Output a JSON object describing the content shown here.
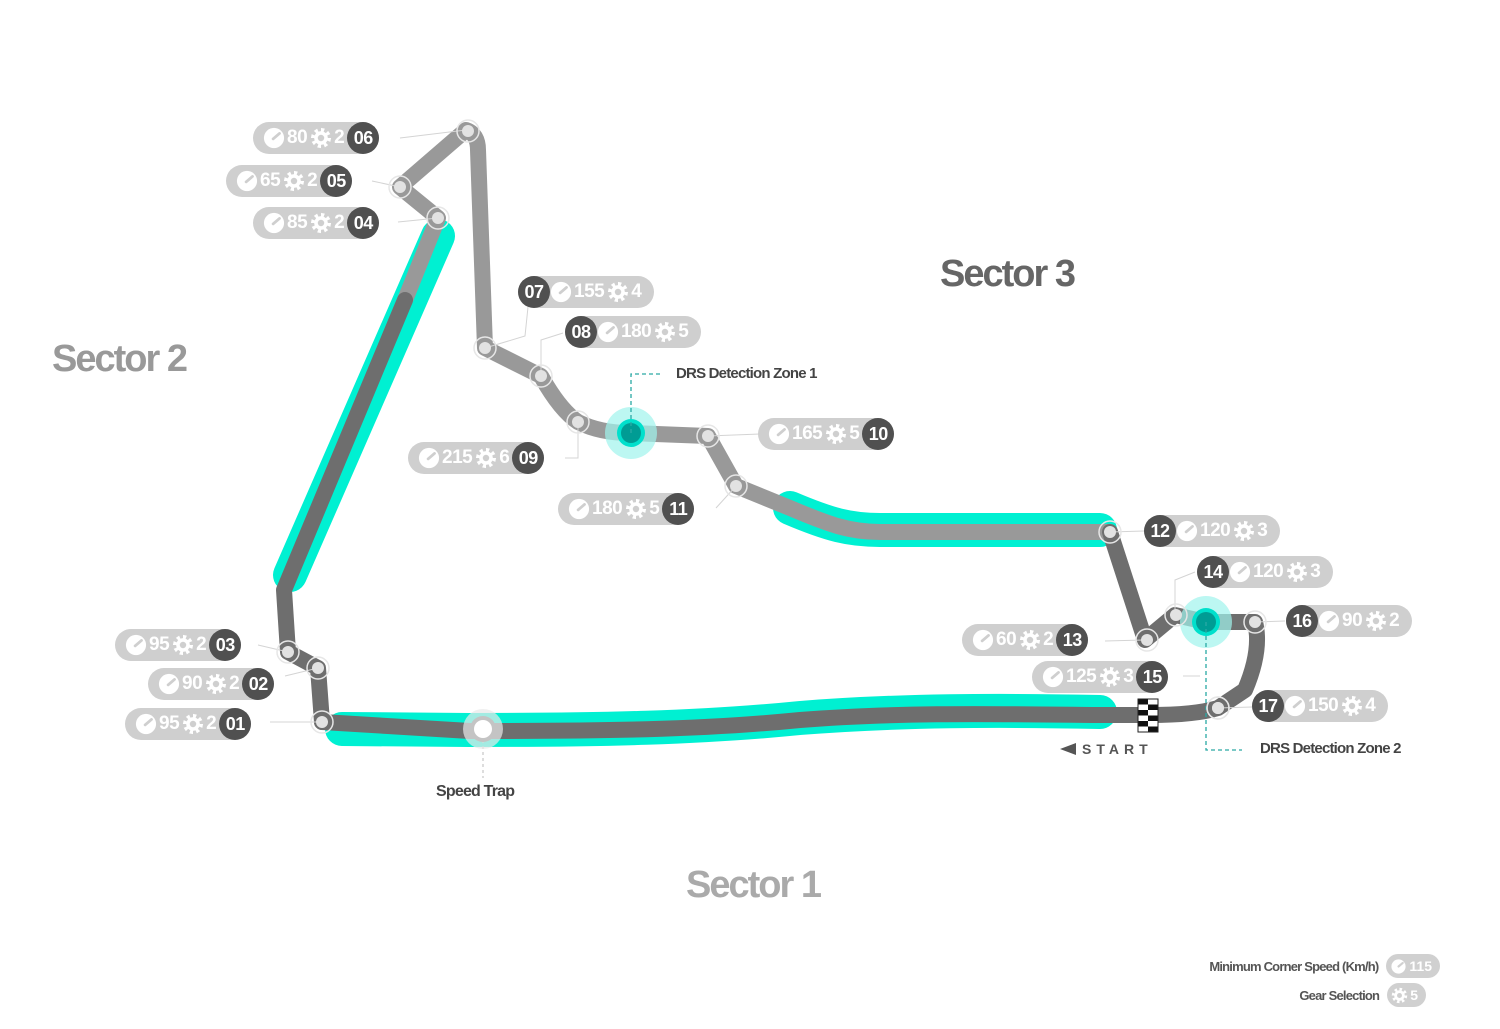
{
  "map": {
    "title": "Circuit Map",
    "colors": {
      "drs_zone": "#00f0d2",
      "sector1_track": "#6e6e6e",
      "sector2_track": "#999999",
      "sector3_track": "#6e6e6e",
      "corner_badge": "#505050",
      "pill": "#cfcfcf",
      "drs_point": "#009c94"
    },
    "sectors": [
      {
        "id": "sector-1",
        "label": "Sector 1",
        "color": "#aaaaaa"
      },
      {
        "id": "sector-2",
        "label": "Sector 2",
        "color": "#999999"
      },
      {
        "id": "sector-3",
        "label": "Sector 3",
        "color": "#666666"
      }
    ],
    "corners": [
      {
        "number": "01",
        "speed": "95",
        "gear": "2"
      },
      {
        "number": "02",
        "speed": "90",
        "gear": "2"
      },
      {
        "number": "03",
        "speed": "95",
        "gear": "2"
      },
      {
        "number": "04",
        "speed": "85",
        "gear": "2"
      },
      {
        "number": "05",
        "speed": "65",
        "gear": "2"
      },
      {
        "number": "06",
        "speed": "80",
        "gear": "2"
      },
      {
        "number": "07",
        "speed": "155",
        "gear": "4"
      },
      {
        "number": "08",
        "speed": "180",
        "gear": "5"
      },
      {
        "number": "09",
        "speed": "215",
        "gear": "6"
      },
      {
        "number": "10",
        "speed": "165",
        "gear": "5"
      },
      {
        "number": "11",
        "speed": "180",
        "gear": "5"
      },
      {
        "number": "12",
        "speed": "120",
        "gear": "3"
      },
      {
        "number": "13",
        "speed": "60",
        "gear": "2"
      },
      {
        "number": "14",
        "speed": "120",
        "gear": "3"
      },
      {
        "number": "15",
        "speed": "125",
        "gear": "3"
      },
      {
        "number": "16",
        "speed": "90",
        "gear": "2"
      },
      {
        "number": "17",
        "speed": "150",
        "gear": "4"
      }
    ],
    "annotations": {
      "drs_zone_1": "DRS Detection Zone 1",
      "drs_zone_2": "DRS Detection Zone 2",
      "speed_trap": "Speed Trap",
      "start": "START"
    },
    "legend": {
      "speed_label": "Minimum Corner Speed (Km/h)",
      "speed_example": "115",
      "gear_label": "Gear Selection",
      "gear_example": "5"
    }
  }
}
